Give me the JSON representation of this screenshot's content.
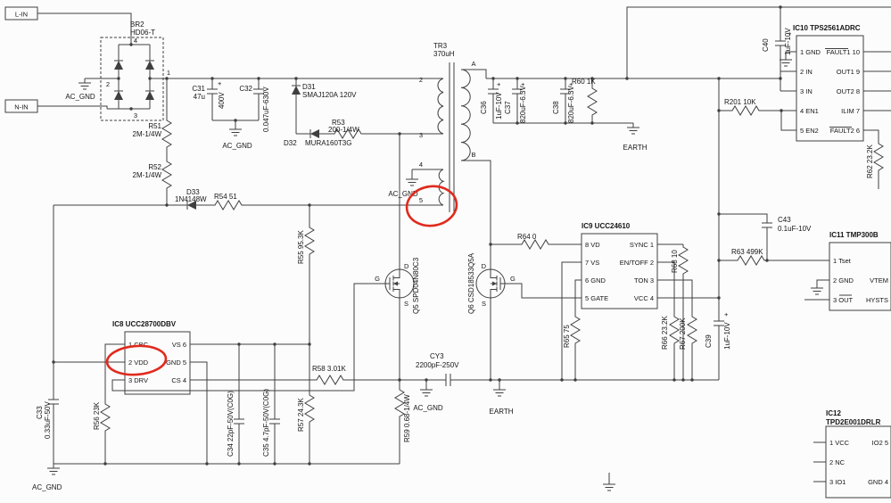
{
  "canvas": {
    "bg": "#fcfcfc",
    "ink": "#3f3f3f",
    "annotation_color": "#e02a1e"
  },
  "ports": {
    "l_in": "L-IN",
    "n_in": "N-IN"
  },
  "nets": {
    "ac_gnd": "AC_GND",
    "earth": "EARTH"
  },
  "marks": {
    "plus": "+"
  },
  "fet": {
    "g": "G",
    "d": "D",
    "s": "S"
  },
  "parts": {
    "br2": {
      "lines": [
        "BR2",
        "HD06-T"
      ],
      "pins": [
        "4",
        "1",
        "2",
        "3"
      ]
    },
    "tr3": {
      "lines": [
        "TR3",
        "370uH"
      ],
      "pins": [
        "2",
        "3",
        "4",
        "5",
        "A",
        "B"
      ]
    },
    "r51": {
      "lines": [
        "R51",
        "2M-1/4W"
      ]
    },
    "r52": {
      "lines": [
        "R52",
        "2M-1/4W"
      ]
    },
    "r53": {
      "lines": [
        "R53",
        "200-1/4W"
      ]
    },
    "r54": {
      "lines": [
        "R54 51"
      ]
    },
    "r55": {
      "lines": [
        "R55 95.3K"
      ]
    },
    "r56": {
      "lines": [
        "R56 23K"
      ]
    },
    "r57": {
      "lines": [
        "R57 24.3K"
      ]
    },
    "r58": {
      "lines": [
        "R58 3.01K"
      ]
    },
    "r59": {
      "lines": [
        "R59 0.68-1/4W"
      ]
    },
    "r60": {
      "lines": [
        "R60 1K"
      ]
    },
    "r62": {
      "lines": [
        "R62 23.2K"
      ]
    },
    "r63": {
      "lines": [
        "R63 499K"
      ]
    },
    "r64": {
      "lines": [
        "R64 0"
      ]
    },
    "r65": {
      "lines": [
        "R65 75"
      ]
    },
    "r66": {
      "lines": [
        "R66 23.2K"
      ]
    },
    "r67": {
      "lines": [
        "R67 200K"
      ]
    },
    "r68": {
      "lines": [
        "R68 10"
      ]
    },
    "r201": {
      "lines": [
        "R201 10K"
      ]
    },
    "c31": {
      "lines": [
        "C31",
        "47u",
        "400V"
      ]
    },
    "c32": {
      "lines": [
        "C32",
        "0.047uF-630V"
      ]
    },
    "c33": {
      "lines": [
        "C33",
        "0.33uF-50V"
      ]
    },
    "c34": {
      "lines": [
        "C34 22pF-50V(C0G)"
      ]
    },
    "c35": {
      "lines": [
        "C35 4.7pF-50V(C0G)"
      ]
    },
    "c36": {
      "lines": [
        "C36",
        "1uF-10V"
      ]
    },
    "c37": {
      "lines": [
        "C37",
        "820uF-6.3V"
      ]
    },
    "c38": {
      "lines": [
        "C38",
        "820uF-6.3V"
      ]
    },
    "c39": {
      "lines": [
        "C39",
        "1uF-10V"
      ]
    },
    "c40": {
      "lines": [
        "C40",
        "1uF-10V"
      ]
    },
    "c43": {
      "lines": [
        "C43",
        "0.1uF-10V"
      ]
    },
    "cy3": {
      "lines": [
        "CY3",
        "2200pF-250V"
      ]
    },
    "d31": {
      "lines": [
        "D31",
        "SMAJ120A 120V"
      ]
    },
    "d32": {
      "lines": [
        "D32",
        "MURA160T3G"
      ]
    },
    "d33": {
      "lines": [
        "D33",
        "1N4148W"
      ]
    },
    "q5": {
      "lines": [
        "Q5 SPD04N80C3"
      ]
    },
    "q6": {
      "lines": [
        "Q6 CSD18533Q5A"
      ]
    }
  },
  "ics": {
    "ic8": {
      "title": "IC8  UCC28700DBV",
      "left": [
        "1 CBC",
        "2 VDD",
        "3 DRV"
      ],
      "right": [
        "VS 6",
        "GND 5",
        "CS 4"
      ]
    },
    "ic9": {
      "title": "IC9  UCC24610",
      "left": [
        "8 VD",
        "7 VS",
        "6 GND",
        "5 GATE"
      ],
      "right": [
        "SYNC 1",
        "EN/TOFF 2",
        "TON 3",
        "VCC 4"
      ]
    },
    "ic10": {
      "title": "IC10 TPS2561ADRC",
      "left": [
        "1 GND",
        "2 IN",
        "3 IN",
        "4 EN1",
        "5 EN2"
      ],
      "right": [
        "FAULT1 10",
        "OUT1 9",
        "OUT2 8",
        "ILIM 7",
        "FAULT2 6"
      ]
    },
    "ic11": {
      "title": "IC11 TMP300B",
      "left": [
        "1 Tset",
        "2 GND",
        "3 OUT"
      ],
      "right": [
        "VTEM",
        "HYSTS"
      ]
    },
    "ic12": {
      "title_lines": [
        "IC12",
        "TPD2E001DRLR"
      ],
      "left": [
        "1 VCC",
        "2 NC",
        "3 IO1"
      ],
      "right": [
        "IO2 5",
        "GND 4"
      ]
    }
  }
}
